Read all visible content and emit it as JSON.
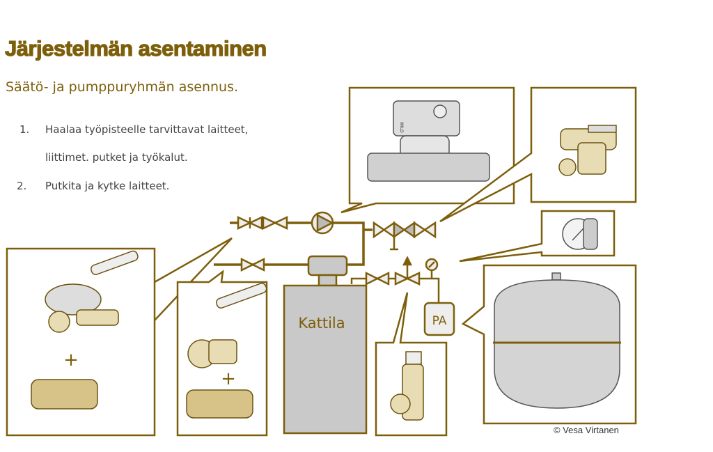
{
  "title": "Järjestelmän asentaminen",
  "subtitle": "Säätö- ja pumppuryhmän asennus.",
  "steps": [
    {
      "number": "1.",
      "lines": [
        "Haalaa työpisteelle tarvittavat laitteet,",
        "liittimet. putket ja työkalut."
      ]
    },
    {
      "number": "2.",
      "lines": [
        "Putkita ja kytke laitteet."
      ]
    }
  ],
  "diagram": {
    "boiler_label": "Kattila",
    "expansion_label": "PA",
    "plus_sign": "+",
    "pump_brand": "WILO"
  },
  "copyright": "© Vesa Virtanen",
  "colors": {
    "accent": "#7d5f0b",
    "fill": "#c9c9c9",
    "text": "#444444"
  }
}
